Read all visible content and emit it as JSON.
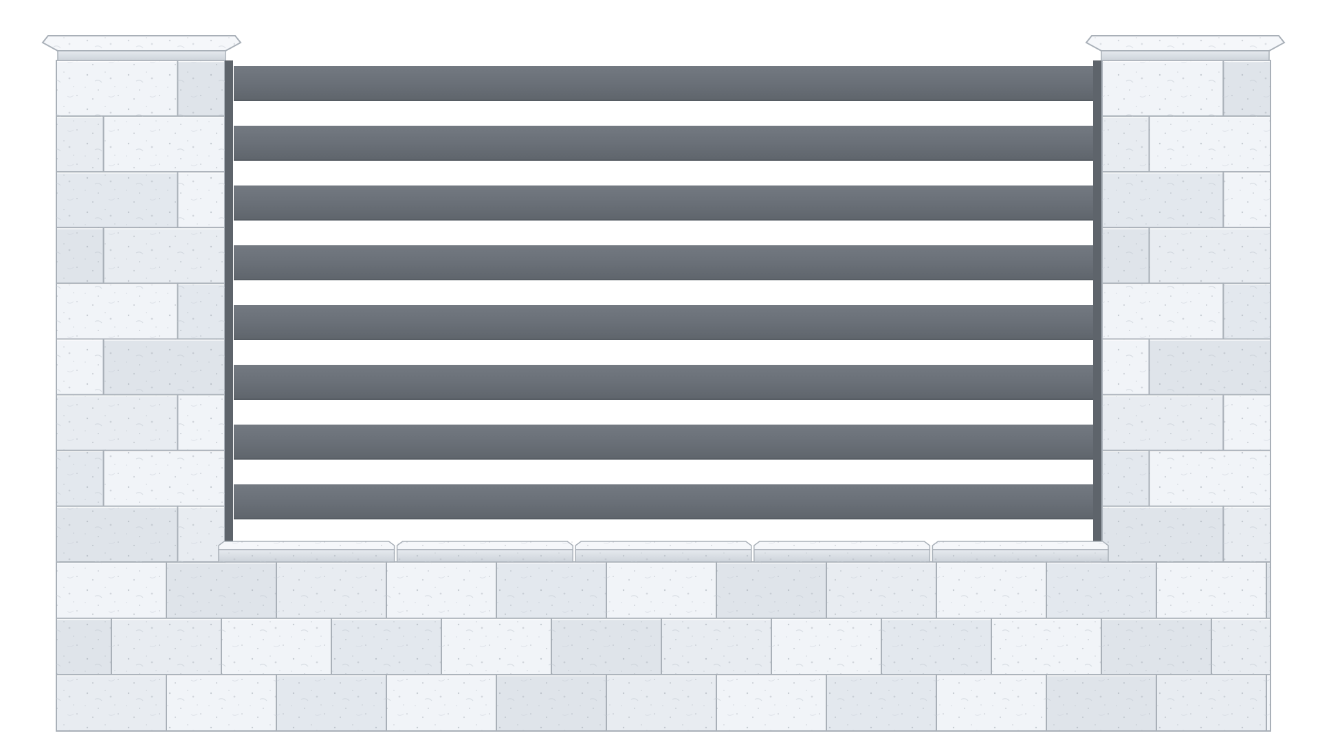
{
  "scene": {
    "subject": "fence-segment",
    "colors": {
      "background": "#ffffff",
      "stone_light": "#f1f4f8",
      "stone_mid": "#dfe4ea",
      "stone_dark": "#c5ccd4",
      "mortar": "#a9b0b8",
      "cap_top": "#f5f7fa",
      "cap_front": "#dde2e8",
      "slat": "#6a7078",
      "slat_edge": "#575d64",
      "post": "#5e646b"
    },
    "fence": {
      "slat_count": 8,
      "left_pillar_courses": 9,
      "right_pillar_courses": 9,
      "base_wall_courses": 3,
      "coping_stones": 5
    }
  }
}
